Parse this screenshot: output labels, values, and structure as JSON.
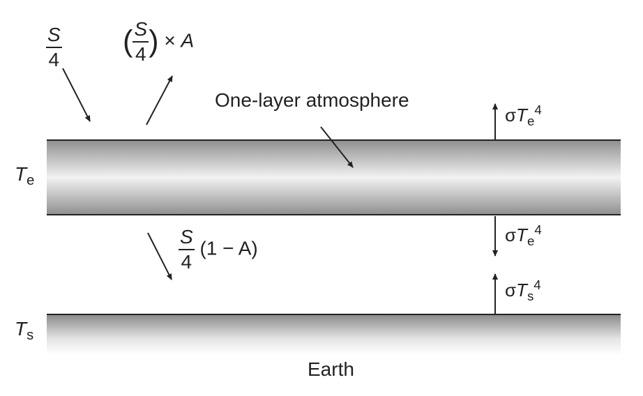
{
  "labels": {
    "solar_in": {
      "numerator": "S",
      "denominator": "4"
    },
    "reflected": {
      "numerator": "S",
      "denominator": "4",
      "times": "×",
      "albedo": "A"
    },
    "atmosphere": "One-layer atmosphere",
    "transmitted": {
      "numerator": "S",
      "denominator": "4",
      "factor": "(1 − A)"
    },
    "earth": "Earth"
  },
  "temperatures": {
    "atmosphere": {
      "symbol": "T",
      "subscript": "e"
    },
    "surface": {
      "symbol": "T",
      "subscript": "s"
    }
  },
  "fluxes": {
    "top_up": {
      "sigma": "σ",
      "symbol": "T",
      "subscript": "e",
      "power": "4"
    },
    "atm_down": {
      "sigma": "σ",
      "symbol": "T",
      "subscript": "e",
      "power": "4"
    },
    "surface_up": {
      "sigma": "σ",
      "symbol": "T",
      "subscript": "s",
      "power": "4"
    }
  },
  "colors": {
    "line": "#222222",
    "band_dark": "#9a9a9a",
    "band_light": "#f2f2f2"
  }
}
